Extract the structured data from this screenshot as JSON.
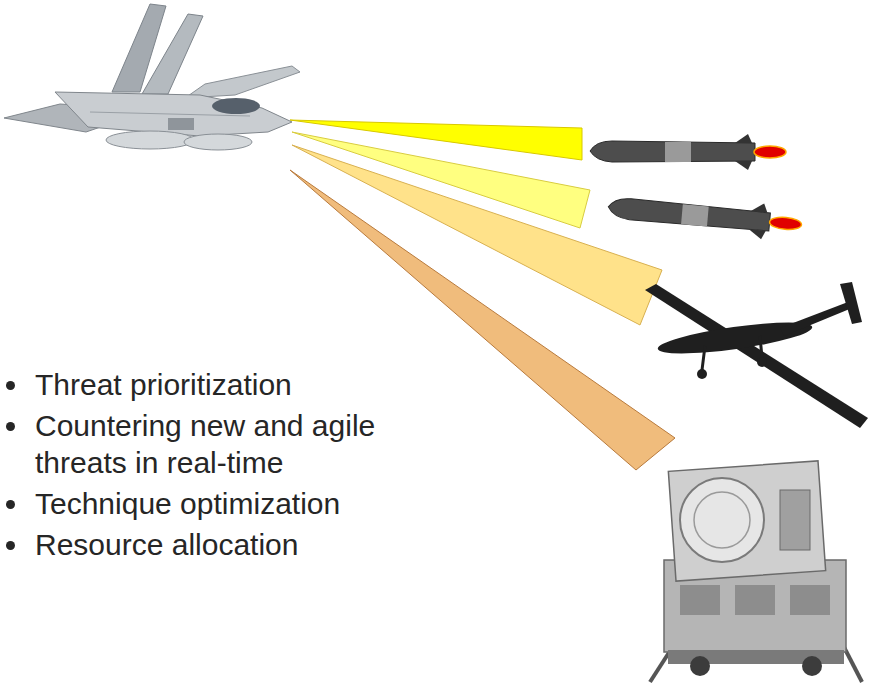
{
  "diagram": {
    "labels": [
      "Threat prioritization",
      "Countering new and agile threats in real-time",
      "Technique optimization",
      "Resource allocation"
    ]
  }
}
